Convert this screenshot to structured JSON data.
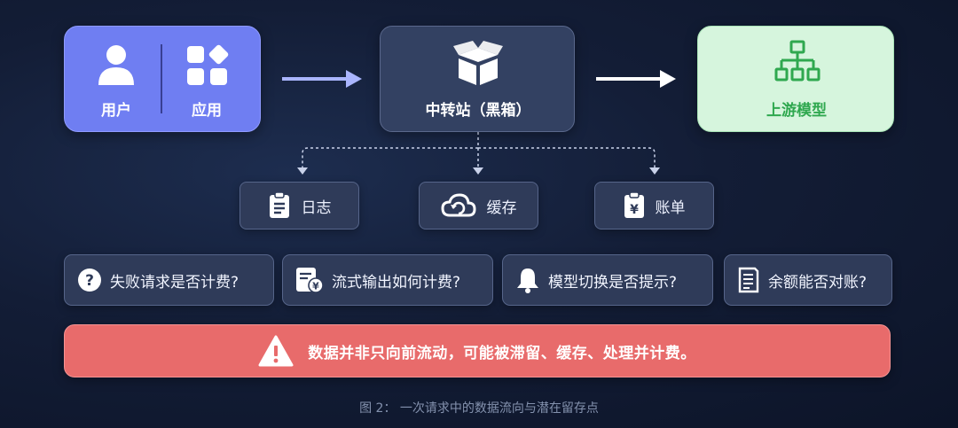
{
  "nodes": {
    "user_label": "用户",
    "app_label": "应用",
    "relay_label": "中转站（黑箱）",
    "upstream_label": "上游模型"
  },
  "side_nodes": {
    "log_label": "日志",
    "cache_label": "缓存",
    "bill_label": "账单"
  },
  "questions": {
    "q1": "失败请求是否计费?",
    "q2": "流式输出如何计费?",
    "q3": "模型切换是否提示?",
    "q4": "余额能否对账?"
  },
  "warning": {
    "text": "数据并非只向前流动，可能被滞留、缓存、处理并计费。"
  },
  "caption": "图 2：  一次请求中的数据流向与潜在留存点",
  "colors": {
    "user_box": "#6f7ef2",
    "relay_box": "#334162",
    "upstream_box": "#d6f5dd",
    "upstream_accent": "#2fa84f",
    "warning_box": "#e86b6b"
  }
}
